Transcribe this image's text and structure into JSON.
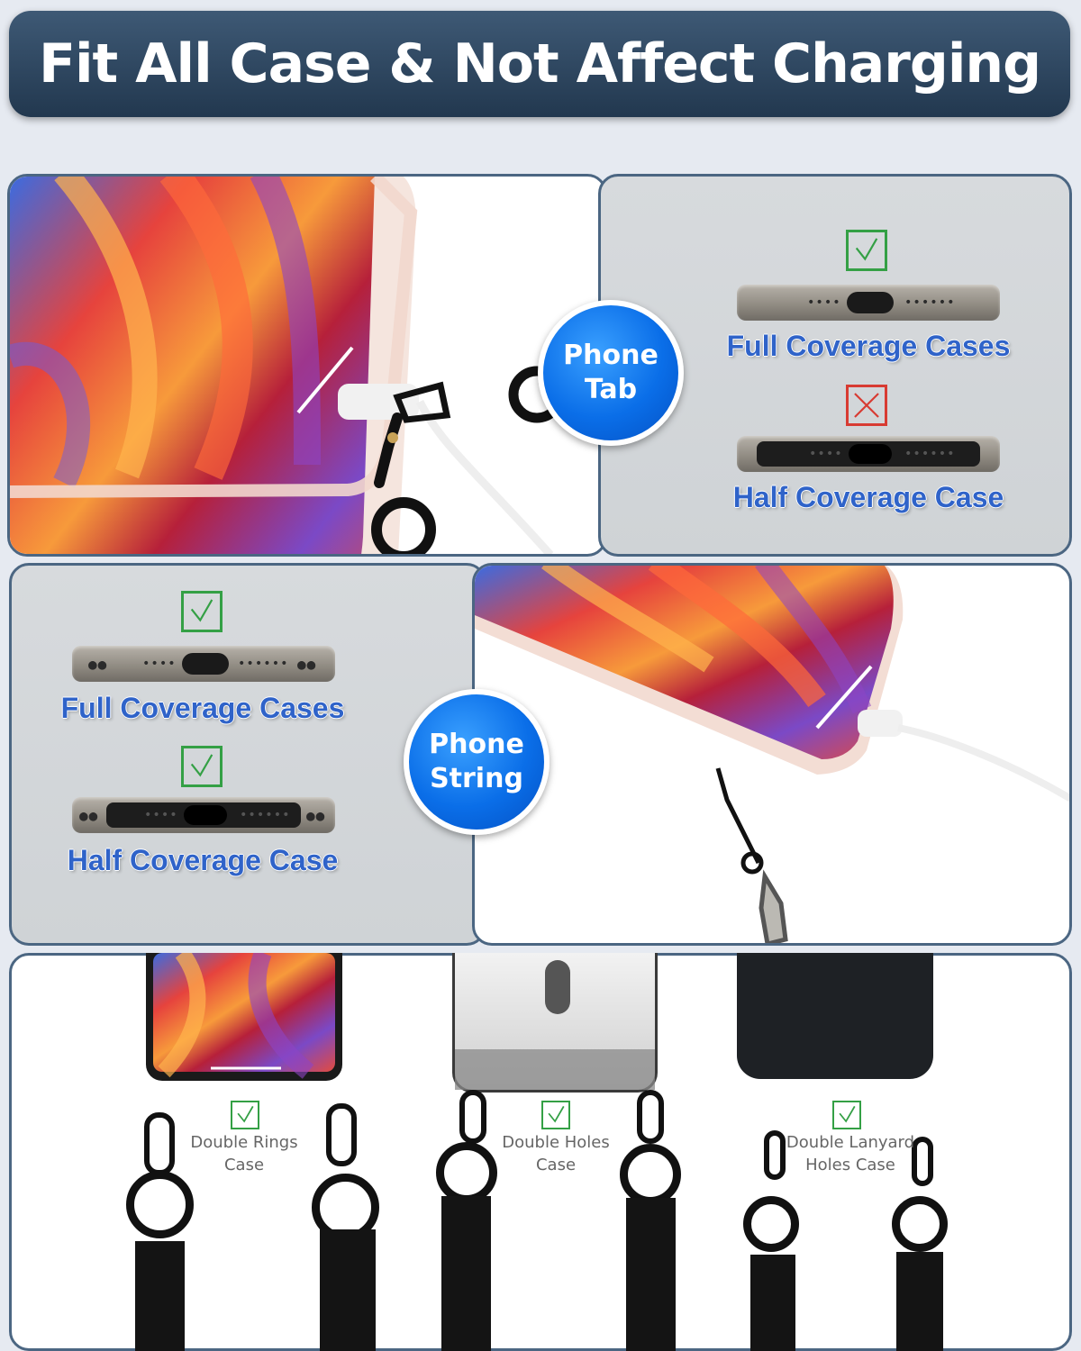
{
  "banner": {
    "title": "Fit All Case & Not Affect Charging"
  },
  "section_tab": {
    "bubble_line1": "Phone",
    "bubble_line2": "Tab",
    "full_label": "Full Coverage Cases",
    "half_label": "Half Coverage Case",
    "full_status": "check",
    "half_status": "cross"
  },
  "section_string": {
    "bubble_line1": "Phone",
    "bubble_line2": "String",
    "full_label": "Full Coverage Cases",
    "half_label": "Half Coverage Case",
    "full_status": "check",
    "half_status": "check"
  },
  "bottom": {
    "items": [
      {
        "line1": "Double Rings",
        "line2": "Case"
      },
      {
        "line1": "Double Holes",
        "line2": "Case"
      },
      {
        "line1": "Double Lanyard",
        "line2": "Holes Case"
      }
    ]
  },
  "colors": {
    "accent_blue": "#0a6ee8",
    "label_blue": "#2f63c9",
    "check_green": "#34a045",
    "cross_red": "#d83b32",
    "banner_bg": "#2c4560"
  }
}
